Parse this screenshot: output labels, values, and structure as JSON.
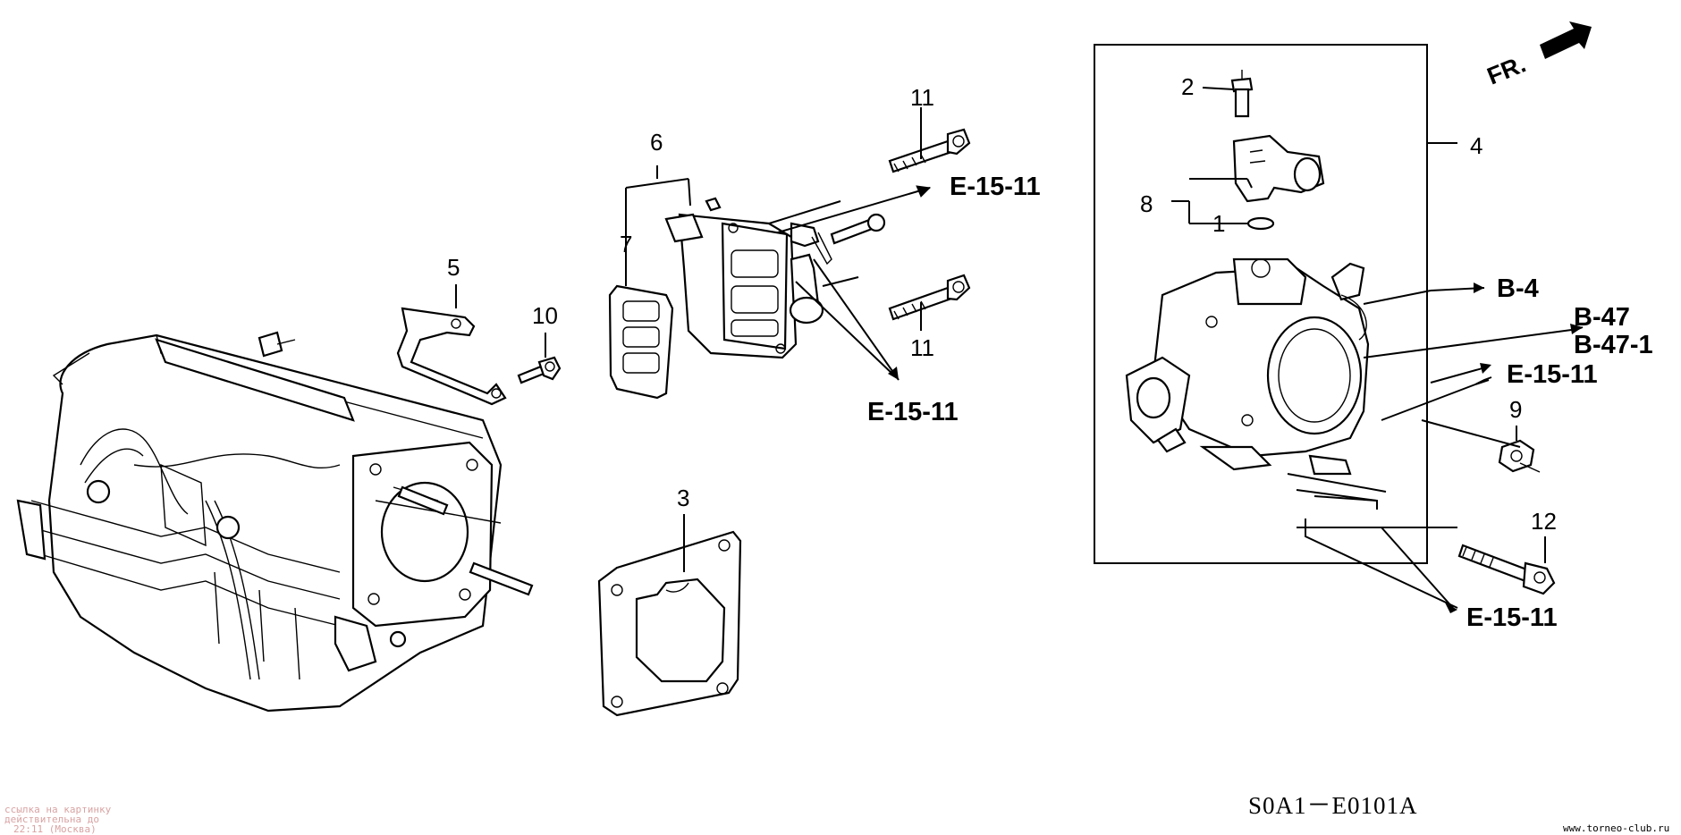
{
  "callouts": {
    "p1": "1",
    "p2": "2",
    "p3": "3",
    "p4": "4",
    "p5": "5",
    "p6": "6",
    "p7": "7",
    "p8": "8",
    "p9": "9",
    "p10": "10",
    "p11a": "11",
    "p11b": "11",
    "p12": "12"
  },
  "references": {
    "e1511_top": "E-15-11",
    "e1511_mid": "E-15-11",
    "e1511_right": "E-15-11",
    "e1511_bottom": "E-15-11",
    "b4": "B-4",
    "b47": "B-47",
    "b471": "B-47-1"
  },
  "front_indicator": "FR.",
  "diagram_code": "S0A1－E0101A",
  "watermark": {
    "line1": "ссылка на картинку",
    "line2": "действительна до",
    "line3": "22:11 (Москва)"
  },
  "site": "www.torneo-club.ru"
}
